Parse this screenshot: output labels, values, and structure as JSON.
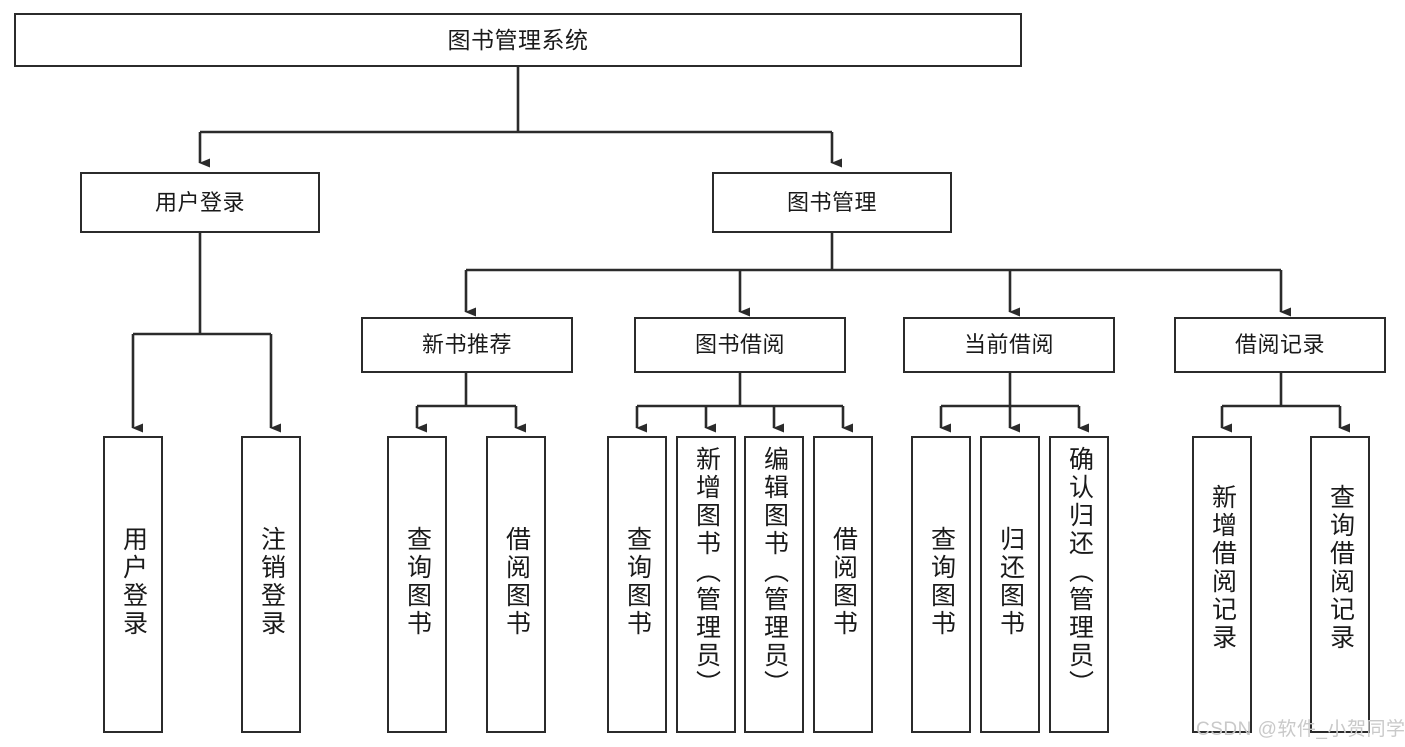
{
  "diagram": {
    "title": "图书管理系统",
    "type": "tree-hierarchy-diagram",
    "background_color": "#ffffff",
    "stroke_color": "#2b2b2b",
    "text_color": "#1a1a1a"
  },
  "nodes": {
    "root": {
      "label": "图书管理系统"
    },
    "level2": [
      {
        "id": "user-login",
        "label": "用户登录"
      },
      {
        "id": "book-management",
        "label": "图书管理"
      }
    ],
    "level3": [
      {
        "id": "new-book-recommend",
        "label": "新书推荐"
      },
      {
        "id": "book-borrow",
        "label": "图书借阅"
      },
      {
        "id": "current-borrow",
        "label": "当前借阅"
      },
      {
        "id": "borrow-record",
        "label": "借阅记录"
      }
    ],
    "leaves": {
      "user_login": [
        {
          "id": "leaf-user-login",
          "label": "用户登录"
        },
        {
          "id": "leaf-logout-login",
          "label": "注销登录"
        }
      ],
      "new_book_recommend": [
        {
          "id": "leaf-query-book-1",
          "label": "查询图书"
        },
        {
          "id": "leaf-borrow-book-1",
          "label": "借阅图书"
        }
      ],
      "book_borrow": [
        {
          "id": "leaf-query-book-2",
          "label": "查询图书"
        },
        {
          "id": "leaf-add-book",
          "label": "新增图书（管理员）"
        },
        {
          "id": "leaf-edit-book",
          "label": "编辑图书（管理员）"
        },
        {
          "id": "leaf-borrow-book-2",
          "label": "借阅图书"
        }
      ],
      "current_borrow": [
        {
          "id": "leaf-query-book-3",
          "label": "查询图书"
        },
        {
          "id": "leaf-return-book",
          "label": "归还图书"
        },
        {
          "id": "leaf-confirm-return",
          "label": "确认归还（管理员）"
        }
      ],
      "borrow_record": [
        {
          "id": "leaf-add-record",
          "label": "新增借阅记录"
        },
        {
          "id": "leaf-query-record",
          "label": "查询借阅记录"
        }
      ]
    }
  },
  "watermark": {
    "text": "CSDN @软件_小贺同学"
  }
}
